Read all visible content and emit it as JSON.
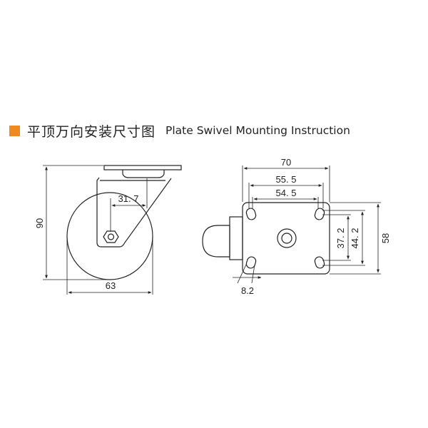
{
  "title": {
    "cn": "平顶万向安装尺寸图",
    "en": "Plate Swivel Mounting Instruction"
  },
  "colors": {
    "accent": "#f0891e",
    "line": "#222222"
  },
  "side_view": {
    "height_label": "90",
    "width_label": "63",
    "offset_label": "31. 7"
  },
  "plate_view": {
    "plate_width_label": "70",
    "outer_hole_span_label": "55. 5",
    "inner_hole_span_label": "54. 5",
    "plate_height_label": "58",
    "outer_vertical_span_label": "44. 2",
    "inner_vertical_span_label": "37. 2",
    "slot_width_label": "8.2"
  }
}
